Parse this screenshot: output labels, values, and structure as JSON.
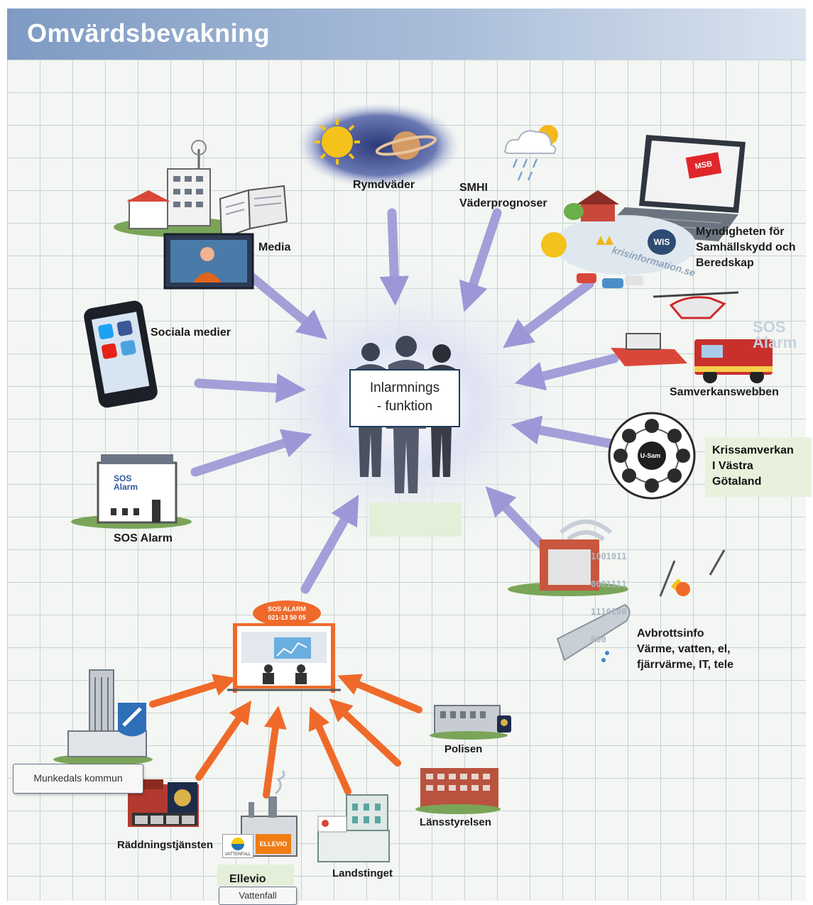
{
  "header": {
    "title": "Omvärdsbevakning"
  },
  "center": {
    "box_line1": "Inlarmnings",
    "box_line2": "- funktion"
  },
  "sources": {
    "media": "Media",
    "sociala": "Sociala medier",
    "sos_alarm": "SOS Alarm",
    "rymdvader": "Rymdväder",
    "smhi_line1": "SMHI",
    "smhi_line2": "Väderprognoser",
    "msb_line1": "Myndigheten för",
    "msb_line2": "Samhällskydd och",
    "msb_line3": "Beredskap",
    "samverkan": "Samverkanswebben",
    "krissa_line1": "Krissamverkan",
    "krissa_line2": "I Västra",
    "krissa_line3": "Götaland",
    "avbrott_line1": "Avbrottsinfo",
    "avbrott_line2": "Värme, vatten, el,",
    "avbrott_line3": "fjärrvärme, IT, tele"
  },
  "sos_center": {
    "sign_line1": "SOS ALARM",
    "sign_line2": "021-13 50 05"
  },
  "actors": {
    "munkedal": "Munkedals kommun",
    "raddning": "Räddningstjänsten",
    "ellevio": "Ellevio",
    "vattenfall": "Vattenfall",
    "landstinget": "Landstinget",
    "lansstyrelsen": "Länsstyrelsen",
    "polisen": "Polisen"
  },
  "logos": {
    "msb": "MSB",
    "wis": "WIS",
    "krisinformation": "krisinformation.se",
    "sos_badge_line1": "SOS",
    "sos_badge_line2": "Alarm",
    "sos_watermark_line1": "SOS",
    "sos_watermark_line2": "Alarm",
    "usam": "U-Sam",
    "ellevio_logo": "ELLEVIO",
    "vattenfall_logo": "VATTENFALL",
    "binary_lines": [
      "1001011",
      "0001111",
      "1110100",
      "000"
    ]
  },
  "colors": {
    "header_bg": "#7f9bc3",
    "grid_line": "#c9d2cf",
    "purple_arrow": "#a39fd8",
    "orange_arrow": "#ef6a2a",
    "box_border": "#1f3b5b",
    "label_bg_green": "#e4efd9"
  }
}
